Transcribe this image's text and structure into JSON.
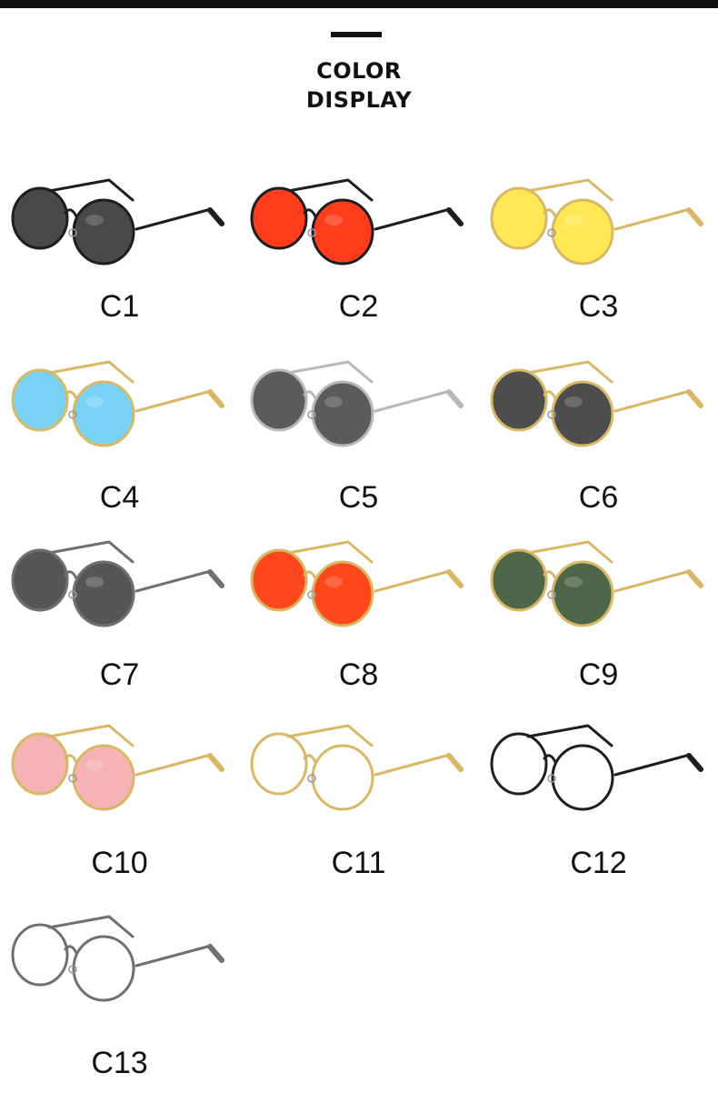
{
  "header": {
    "title_line1": "COLOR",
    "title_line2": "DISPLAY"
  },
  "variants": [
    {
      "label": "C1",
      "frame": "#1e1e1e",
      "lens": "#3a3a3a",
      "lens_opacity": 0.92
    },
    {
      "label": "C2",
      "frame": "#1e1e1e",
      "lens": "#ff3311",
      "lens_opacity": 0.95
    },
    {
      "label": "C3",
      "frame": "#d8b866",
      "lens": "#ffe640",
      "lens_opacity": 0.9
    },
    {
      "label": "C4",
      "frame": "#d8b866",
      "lens": "#66ccf5",
      "lens_opacity": 0.88
    },
    {
      "label": "C5",
      "frame": "#b8b8b8",
      "lens": "#444444",
      "lens_opacity": 0.88
    },
    {
      "label": "C6",
      "frame": "#d8b866",
      "lens": "#3e3e3e",
      "lens_opacity": 0.92
    },
    {
      "label": "C7",
      "frame": "#707070",
      "lens": "#444444",
      "lens_opacity": 0.9
    },
    {
      "label": "C8",
      "frame": "#d8b866",
      "lens": "#ff3d10",
      "lens_opacity": 0.95
    },
    {
      "label": "C9",
      "frame": "#d8b866",
      "lens": "#3f5a3a",
      "lens_opacity": 0.92
    },
    {
      "label": "C10",
      "frame": "#d8b866",
      "lens": "#f5a9a9",
      "lens_opacity": 0.88
    },
    {
      "label": "C11",
      "frame": "#d8b866",
      "lens": "#ffffff",
      "lens_opacity": 0.0
    },
    {
      "label": "C12",
      "frame": "#1e1e1e",
      "lens": "#ffffff",
      "lens_opacity": 0.0
    },
    {
      "label": "C13",
      "frame": "#707070",
      "lens": "#ffffff",
      "lens_opacity": 0.0
    }
  ]
}
